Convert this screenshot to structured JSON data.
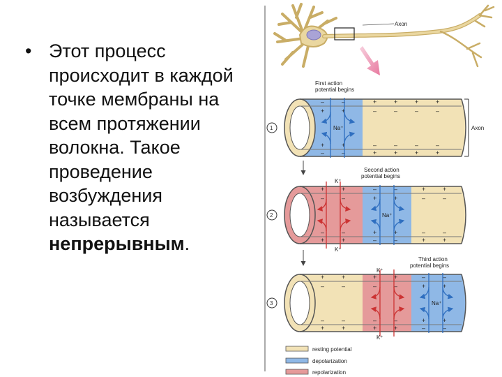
{
  "slide": {
    "bullet_symbol": "•",
    "text_main": "Этот процесс происходит в каждой точке мембраны на всем протяжении волокна. Такое проведение возбуждения называется ",
    "text_bold": "непрерывным",
    "text_end": "."
  },
  "figure": {
    "axon_label_top": "Axon",
    "axon_label_side": "Axon",
    "step1": {
      "number": "1",
      "caption_line1": "First action",
      "caption_line2": "potential begins",
      "ion": "Na⁺"
    },
    "step2": {
      "number": "2",
      "caption_line1": "Second action",
      "caption_line2": "potential begins",
      "ion_na": "Na⁺",
      "ion_k_top": "K⁺",
      "ion_k_bottom": "K⁺"
    },
    "step3": {
      "number": "3",
      "caption_line1": "Third action",
      "caption_line2": "potential begins",
      "ion_na": "Na⁺",
      "ion_k_top": "K⁺",
      "ion_k_bottom": "K⁺"
    },
    "legend": [
      {
        "label": "resting potential",
        "color": "#f2e2b6"
      },
      {
        "label": "depolarization",
        "color": "#8fb8e6"
      },
      {
        "label": "repolarization",
        "color": "#e59a9a"
      }
    ],
    "colors": {
      "resting": "#f2e2b6",
      "depolarization": "#8fb8e6",
      "repolarization": "#e59a9a",
      "arrow_pink": "#e88fb0",
      "neuron": "#ead7a0"
    }
  }
}
